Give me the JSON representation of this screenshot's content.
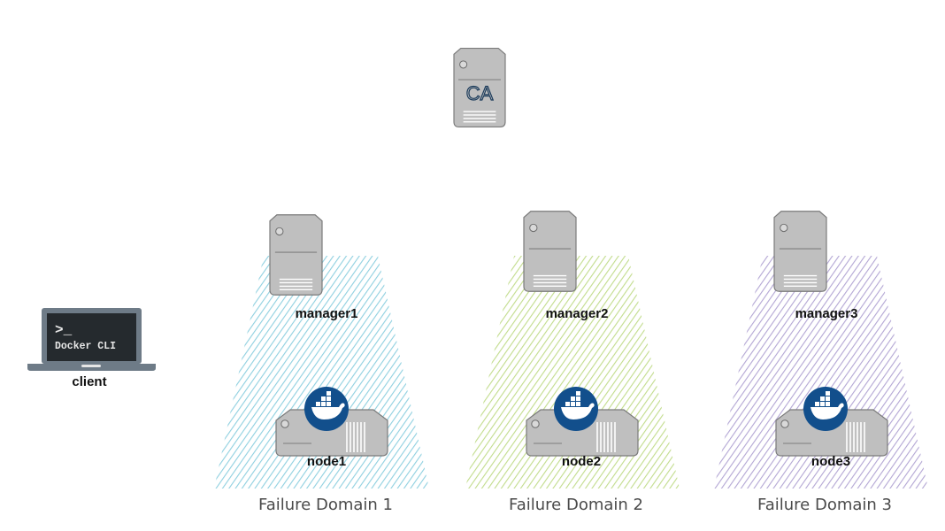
{
  "ca": {
    "label": "CA"
  },
  "client": {
    "prompt": ">_",
    "screen_text": "Docker CLI",
    "label": "client"
  },
  "domains": [
    {
      "name": "Failure Domain 1",
      "manager": "manager1",
      "node": "node1",
      "color": "#8fd0e0"
    },
    {
      "name": "Failure Domain 2",
      "manager": "manager2",
      "node": "node2",
      "color": "#c2dc8c"
    },
    {
      "name": "Failure Domain 3",
      "manager": "manager3",
      "node": "node3",
      "color": "#b3a6d4"
    }
  ],
  "colors": {
    "server_fill": "#bfbfbf",
    "server_stroke": "#7a7a7a",
    "docker_badge": "#124f8c",
    "ca_text": "#1a3a5a",
    "laptop_body": "#6e7b87",
    "laptop_screen": "#252a2e"
  }
}
